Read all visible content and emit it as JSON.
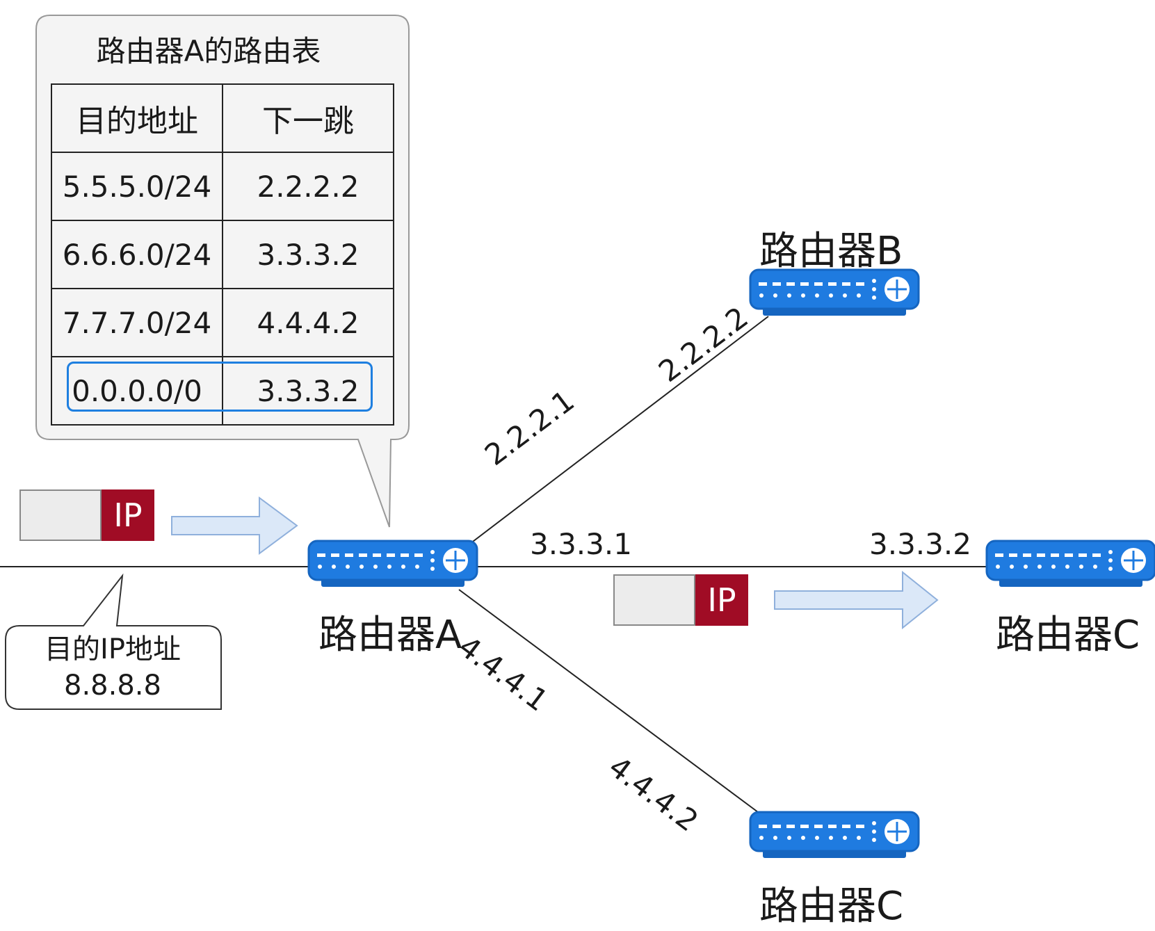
{
  "routing_table": {
    "title": "路由器A的路由表",
    "headers": [
      "目的地址",
      "下一跳"
    ],
    "rows": [
      [
        "5.5.5.0/24",
        "2.2.2.2"
      ],
      [
        "6.6.6.0/24",
        "3.3.3.2"
      ],
      [
        "7.7.7.0/24",
        "4.4.4.2"
      ],
      [
        "0.0.0.0/0",
        "3.3.3.2"
      ]
    ],
    "highlight_color": "#1e7fe0"
  },
  "packet": {
    "header_label": "IP",
    "header_color": "#a00c25"
  },
  "destination": {
    "label": "目的IP地址",
    "address": "8.8.8.8"
  },
  "routers": {
    "a": {
      "label": "路由器A"
    },
    "b": {
      "label": "路由器B"
    },
    "c_right": {
      "label": "路由器C"
    },
    "c_bottom": {
      "label": "路由器C"
    }
  },
  "interfaces": {
    "a_to_b": "2.2.2.1",
    "b_side": "2.2.2.2",
    "a_to_c": "3.3.3.1",
    "c_side": "3.3.3.2",
    "a_to_c2": "4.4.4.1",
    "c2_side": "4.4.4.2"
  },
  "icons": {
    "router": "router-icon",
    "arrow": "right-arrow-icon"
  },
  "colors": {
    "router_blue": "#1f7be0",
    "arrow_fill": "#dbe8f8",
    "arrow_stroke": "#8fb0dc"
  }
}
